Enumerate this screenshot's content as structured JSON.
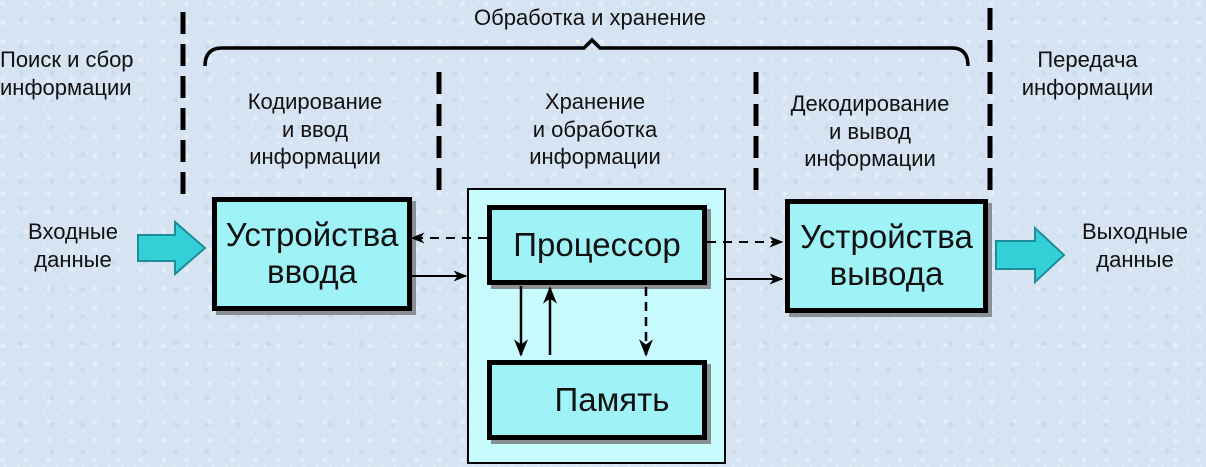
{
  "header": {
    "top_label": "Обработка и хранение"
  },
  "stages": {
    "search": [
      "Поиск и сбор",
      "информации"
    ],
    "encode": [
      "Кодирование",
      "и ввод",
      "информации"
    ],
    "store": [
      "Хранение",
      "и обработка",
      "информации"
    ],
    "decode": [
      "Декодирование",
      "и вывод",
      "информации"
    ],
    "transfer": [
      "Передача",
      "информации"
    ]
  },
  "blocks": {
    "input_devices": [
      "Устройства",
      "ввода"
    ],
    "processor": "Процессор",
    "memory": "Память",
    "output_devices": [
      "Устройства",
      "вывода"
    ]
  },
  "io": {
    "input_data": [
      "Входные",
      "данные"
    ],
    "output_data": [
      "Выходные",
      "данные"
    ]
  },
  "colors": {
    "block_fill": "#9ff3f6",
    "container_fill": "#c8fbfd",
    "arrow_fill": "#33d0d8",
    "background": "#d6e3f2"
  }
}
